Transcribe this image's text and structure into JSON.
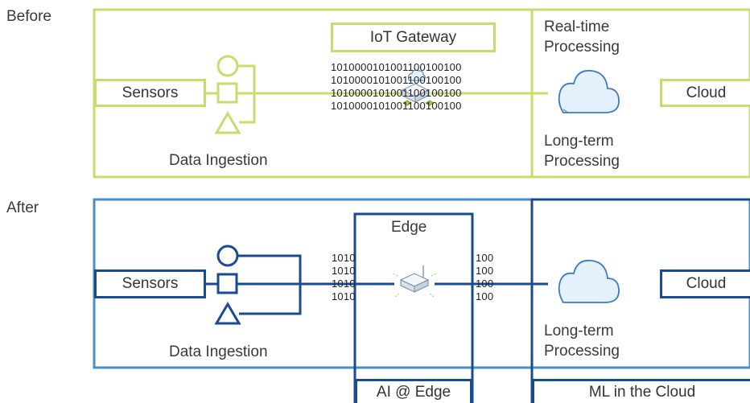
{
  "colors": {
    "before_line": "#c8dc6e",
    "after_light": "#4a8ec6",
    "after_dark": "#1a4a92",
    "cloud_fill": "#e4f0fa",
    "cloud_stroke": "#3a7bc8",
    "gateway_green": "#9ccf3c"
  },
  "before": {
    "row_label": "Before",
    "sensors": "Sensors",
    "data_ingestion": "Data Ingestion",
    "gateway": "IoT Gateway",
    "bits": [
      "10100001010011001001 00",
      "1010000101001100100100",
      "1010000101001100100100",
      "1010000101001100100100"
    ],
    "realtime_1": "Real-time",
    "realtime_2": "Processing",
    "longterm_1": "Long-term",
    "longterm_2": "Processing",
    "cloud": "Cloud"
  },
  "after": {
    "row_label": "After",
    "sensors": "Sensors",
    "data_ingestion": "Data Ingestion",
    "edge": "Edge",
    "bits_left": [
      "1010",
      "1010",
      "1010",
      "1010"
    ],
    "bits_right": [
      "100",
      "100",
      "100",
      "100"
    ],
    "longterm_1": "Long-term",
    "longterm_2": "Processing",
    "cloud": "Cloud",
    "ai_edge": "AI @ Edge",
    "ml_cloud": "ML in the Cloud"
  }
}
